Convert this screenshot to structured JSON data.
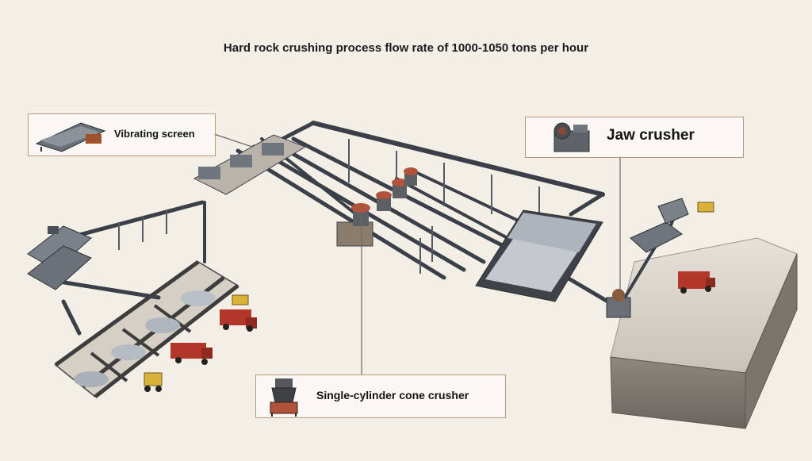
{
  "title": "Hard rock crushing process flow rate of 1000-1050 tons per hour",
  "callouts": {
    "vibrating_screen": "Vibrating screen",
    "jaw_crusher": "Jaw crusher",
    "cone_crusher": "Single-cylinder cone crusher"
  },
  "colors": {
    "background": "#f3eee6",
    "callout_border": "#b89a7a",
    "steel": "#3b4048",
    "concrete": "#d9d3ca",
    "truck_red": "#b3362a",
    "loader_yellow": "#d9b238"
  }
}
